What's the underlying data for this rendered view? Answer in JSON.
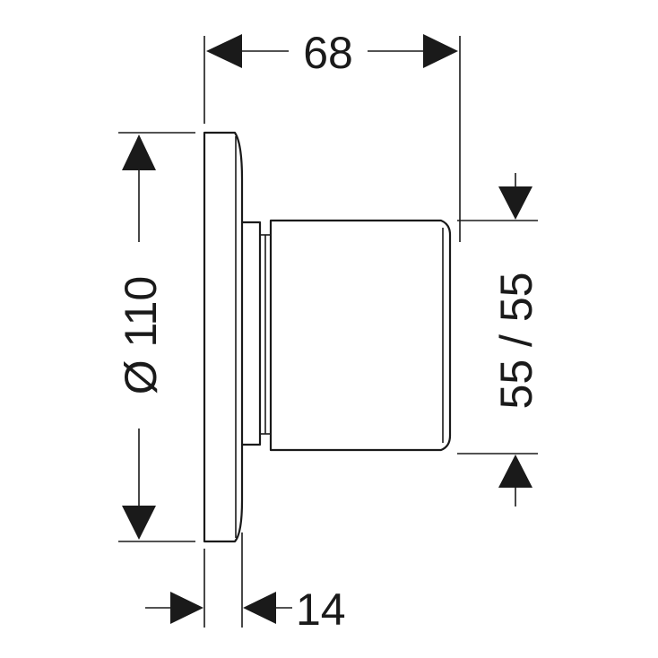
{
  "diagram": {
    "dimensions": [
      {
        "id": "overall-depth",
        "label": "68"
      },
      {
        "id": "rosette-diameter",
        "label": "Ø 110"
      },
      {
        "id": "handle-size",
        "label": "55 / 55"
      },
      {
        "id": "rosette-depth",
        "label": "14"
      }
    ],
    "colors": {
      "line": "#1a1a1a",
      "background": "#ffffff"
    }
  }
}
